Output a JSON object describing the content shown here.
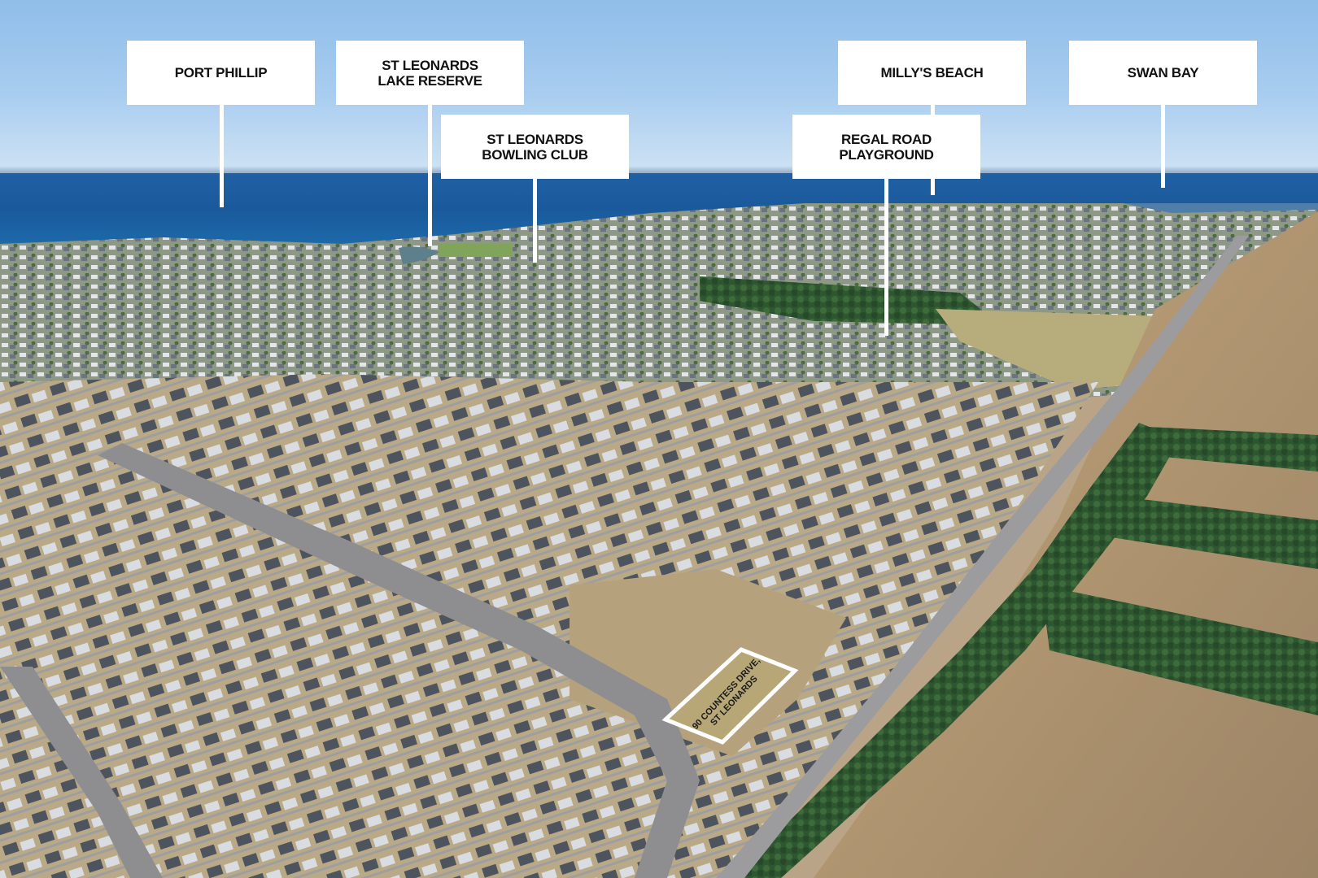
{
  "image": {
    "description": "Aerial drone photo over a new housing estate in St Leonards with Port Phillip bay on the horizon",
    "colors": {
      "sky_top": "#8fbde9",
      "sky_bottom": "#cfe3f4",
      "sea": "#1a5a9c",
      "shallow_water": "#2b86b8",
      "dry_grass": "#b9a17e",
      "paddock": "#a88f70",
      "trees": "#2f5a2f",
      "roof_dark": "#4a4f58",
      "roof_light": "#dfe2e6",
      "road": "#9a9a9c",
      "lot_fill": "#b8a776",
      "label_bg": "#ffffff",
      "label_text": "#111111"
    }
  },
  "callouts": [
    {
      "id": "port-phillip",
      "label": "PORT PHILLIP"
    },
    {
      "id": "st-leonards-lake-reserve",
      "label": "ST LEONARDS\nLAKE RESERVE"
    },
    {
      "id": "st-leonards-bowling-club",
      "label": "ST LEONARDS\nBOWLING CLUB"
    },
    {
      "id": "millys-beach",
      "label": "MILLY'S BEACH"
    },
    {
      "id": "regal-road-playground",
      "label": "REGAL ROAD\nPLAYGROUND"
    },
    {
      "id": "swan-bay",
      "label": "SWAN BAY"
    }
  ],
  "lot": {
    "address_line1": "90 COUNTESS DRIVE,",
    "address_line2": "ST LEONARDS"
  }
}
